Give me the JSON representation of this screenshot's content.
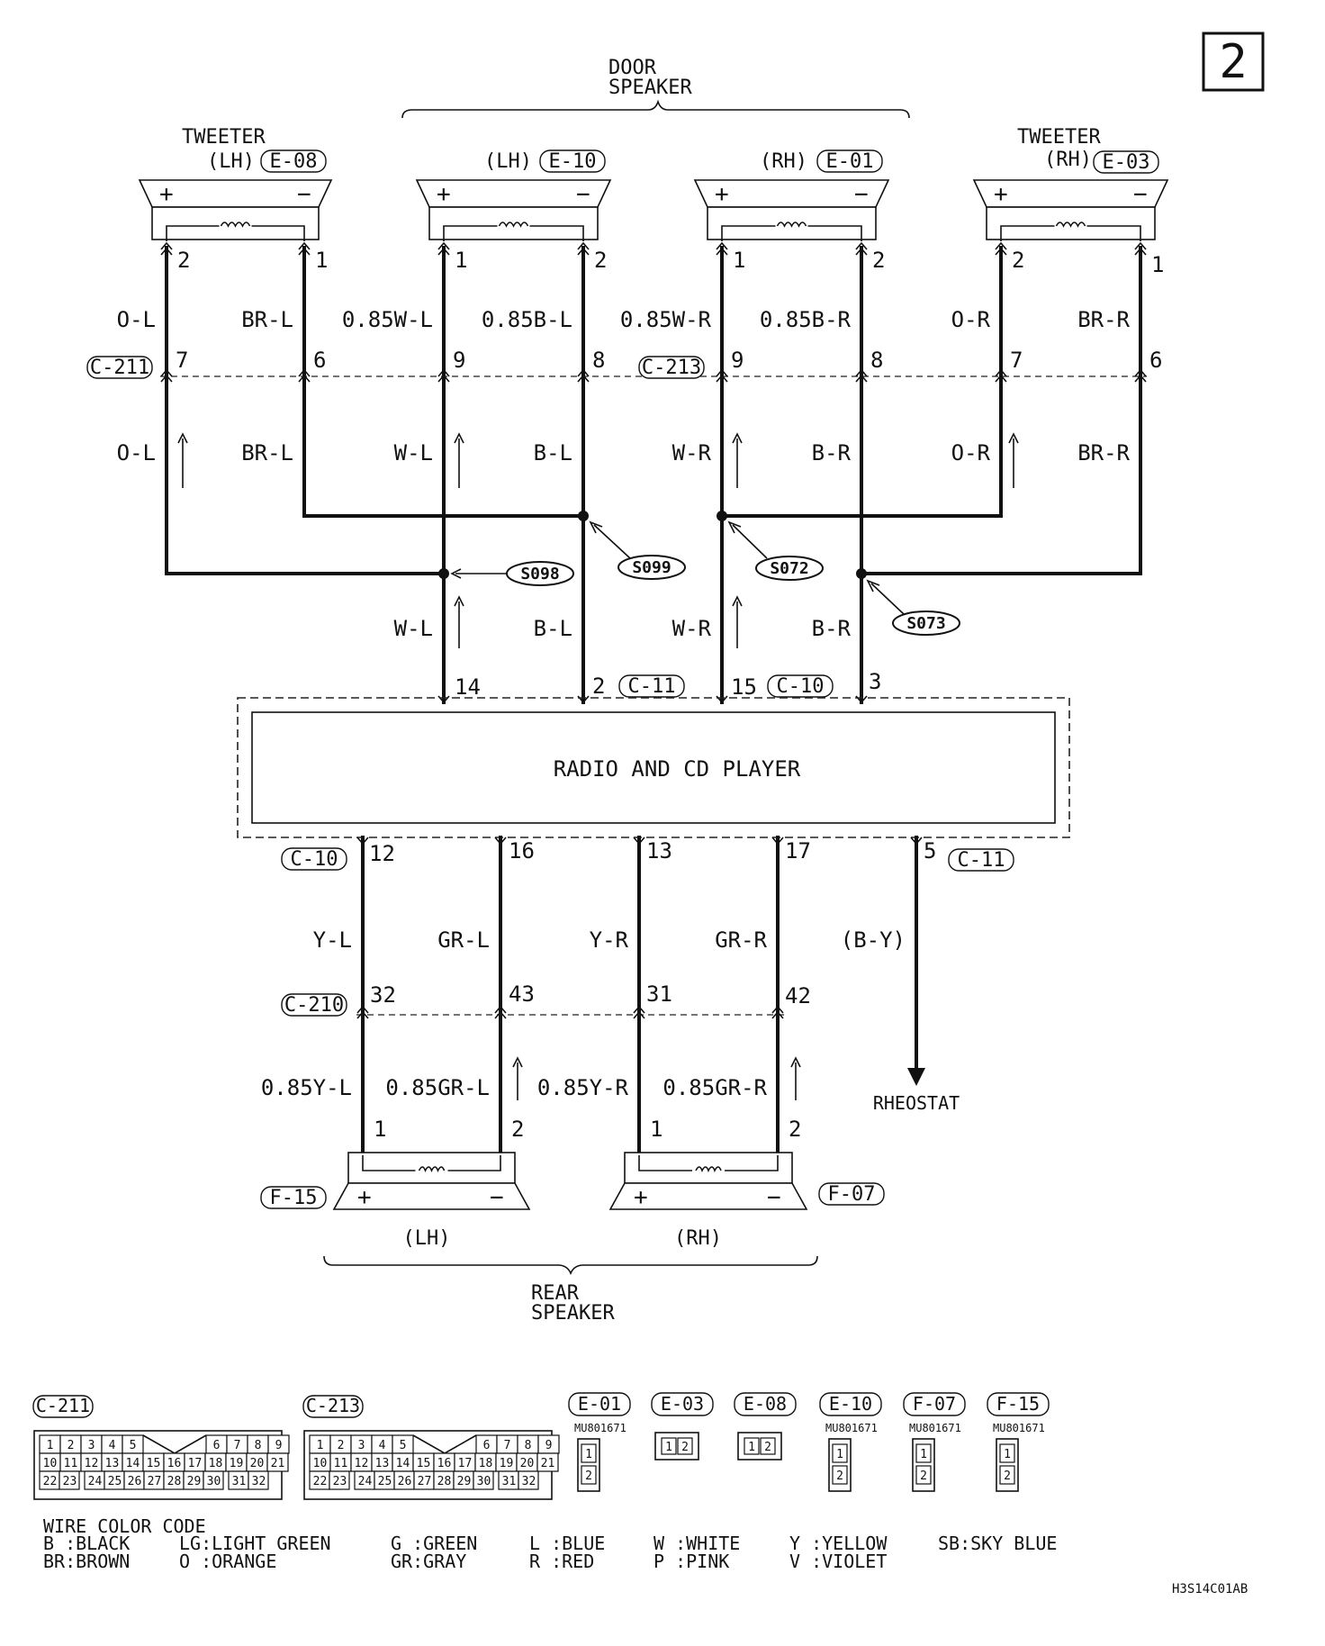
{
  "page_marker": "2",
  "door_speaker": {
    "line1": "DOOR",
    "line2": "SPEAKER"
  },
  "speakers_top": [
    {
      "title": "TWEETER",
      "side": "(LH)",
      "connector": "E-08",
      "plus": "+",
      "minus": "−",
      "pin_left": "2",
      "pin_right": "1"
    },
    {
      "title": "",
      "side": "(LH)",
      "connector": "E-10",
      "plus": "+",
      "minus": "−",
      "pin_left": "1",
      "pin_right": "2"
    },
    {
      "title": "",
      "side": "(RH)",
      "connector": "E-01",
      "plus": "+",
      "minus": "−",
      "pin_left": "1",
      "pin_right": "2"
    },
    {
      "title": "TWEETER",
      "side": "(RH)",
      "connector": "E-03",
      "plus": "+",
      "minus": "−",
      "pin_left": "2",
      "pin_right": "1"
    }
  ],
  "upper_wire_colors": [
    "O-L",
    "BR-L",
    "0.85W-L",
    "0.85B-L",
    "0.85W-R",
    "0.85B-R",
    "O-R",
    "BR-R"
  ],
  "mid_connectors": [
    {
      "id": "C-211",
      "pins": [
        "7",
        "6",
        "9",
        "8"
      ]
    },
    {
      "id": "C-213",
      "pins": [
        "9",
        "8",
        "7",
        "6"
      ]
    }
  ],
  "lower_upper_wire_colors": [
    "O-L",
    "BR-L",
    "W-L",
    "B-L",
    "W-R",
    "B-R",
    "O-R",
    "BR-R"
  ],
  "splices": [
    "S098",
    "S099",
    "S072",
    "S073"
  ],
  "radio_in_wires": [
    "W-L",
    "B-L",
    "W-R",
    "B-R"
  ],
  "radio_top_pins": [
    {
      "pin": "14",
      "conn": ""
    },
    {
      "pin": "2",
      "conn": "C-11"
    },
    {
      "pin": "15",
      "conn": "C-10"
    },
    {
      "pin": "3",
      "conn": ""
    }
  ],
  "radio": {
    "label": "RADIO AND CD PLAYER"
  },
  "radio_bottom_pins": [
    {
      "pin": "12",
      "conn": "C-10"
    },
    {
      "pin": "16",
      "conn": ""
    },
    {
      "pin": "13",
      "conn": ""
    },
    {
      "pin": "17",
      "conn": ""
    },
    {
      "pin": "5",
      "conn": "C-11"
    }
  ],
  "rear_upper_colors": [
    "Y-L",
    "GR-L",
    "Y-R",
    "GR-R",
    "(B-Y)"
  ],
  "c210": {
    "id": "C-210",
    "pins": [
      "32",
      "43",
      "31",
      "42"
    ]
  },
  "rear_lower_colors": [
    "0.85Y-L",
    "0.85GR-L",
    "0.85Y-R",
    "0.85GR-R"
  ],
  "rheostat": "RHEOSTAT",
  "rear_speakers": [
    {
      "connector": "F-15",
      "side": "(LH)",
      "plus": "+",
      "minus": "−",
      "pin_left": "1",
      "pin_right": "2"
    },
    {
      "connector": "F-07",
      "side": "(RH)",
      "plus": "+",
      "minus": "−",
      "pin_left": "1",
      "pin_right": "2"
    }
  ],
  "rear_speaker": {
    "line1": "REAR",
    "line2": "SPEAKER"
  },
  "legend_connectors": {
    "c211": {
      "id": "C-211",
      "row1": [
        "1",
        "2",
        "3",
        "4",
        "5",
        "",
        "6",
        "7",
        "8",
        "9"
      ],
      "row2": [
        "10",
        "11",
        "12",
        "13",
        "14",
        "15",
        "16",
        "17",
        "18",
        "19",
        "20",
        "21"
      ],
      "row3": [
        "22",
        "23",
        "",
        "24",
        "25",
        "26",
        "27",
        "28",
        "29",
        "30",
        "",
        "31",
        "32"
      ]
    },
    "c213": {
      "id": "C-213",
      "row1": [
        "1",
        "2",
        "3",
        "4",
        "5",
        "",
        "6",
        "7",
        "8",
        "9"
      ],
      "row2": [
        "10",
        "11",
        "12",
        "13",
        "14",
        "15",
        "16",
        "17",
        "18",
        "19",
        "20",
        "21"
      ],
      "row3": [
        "22",
        "23",
        "",
        "24",
        "25",
        "26",
        "27",
        "28",
        "29",
        "30",
        "",
        "31",
        "32"
      ]
    },
    "small": [
      {
        "id": "E-01",
        "part": "MU801671",
        "pins": [
          "1",
          "2"
        ],
        "orient": "v"
      },
      {
        "id": "E-03",
        "part": "",
        "pins": [
          "1",
          "2"
        ],
        "orient": "h"
      },
      {
        "id": "E-08",
        "part": "",
        "pins": [
          "1",
          "2"
        ],
        "orient": "h"
      },
      {
        "id": "E-10",
        "part": "MU801671",
        "pins": [
          "1",
          "2"
        ],
        "orient": "v"
      },
      {
        "id": "F-07",
        "part": "MU801671",
        "pins": [
          "1",
          "2"
        ],
        "orient": "v"
      },
      {
        "id": "F-15",
        "part": "MU801671",
        "pins": [
          "1",
          "2"
        ],
        "orient": "v"
      }
    ]
  },
  "wire_color_code": {
    "title": "WIRE COLOR CODE",
    "row1": [
      "B :BLACK",
      "LG:LIGHT GREEN",
      "G :GREEN",
      "L :BLUE",
      "W :WHITE",
      "Y :YELLOW",
      "SB:SKY BLUE"
    ],
    "row2": [
      "BR:BROWN",
      "O :ORANGE",
      "GR:GRAY",
      "R :RED",
      "P :PINK",
      "V :VIOLET"
    ]
  },
  "figure_code": "H3S14C01AB"
}
